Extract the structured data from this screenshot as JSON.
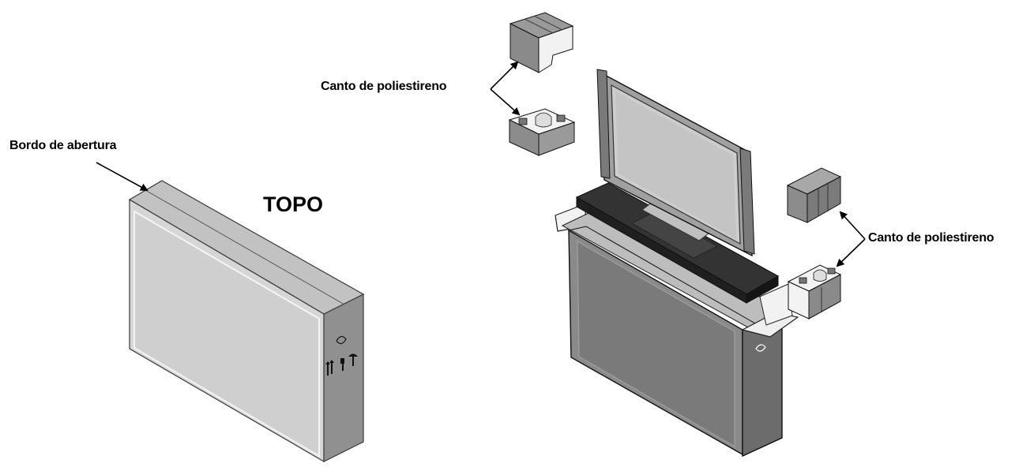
{
  "labels": {
    "opening_edge": "Bordo de abertura",
    "top": "TOPO",
    "polystyrene_corner_upper": "Canto de poliestireno",
    "polystyrene_corner_right": "Canto de poliestireno"
  },
  "colors": {
    "box_front": "#d2d2d2",
    "box_side": "#8e8e8e",
    "box_top": "#bdbdbd",
    "tv_bezel": "#9c9c9c",
    "tv_screen": "#c9c9c9",
    "stand": "#2e2e2e",
    "foam_light": "#f2f2f2",
    "foam_dark": "#8a8a8a",
    "line": "#000000"
  },
  "icons": [
    "handle-hole-icon",
    "fragile-icon",
    "this-side-up-icon",
    "keep-dry-icon"
  ]
}
